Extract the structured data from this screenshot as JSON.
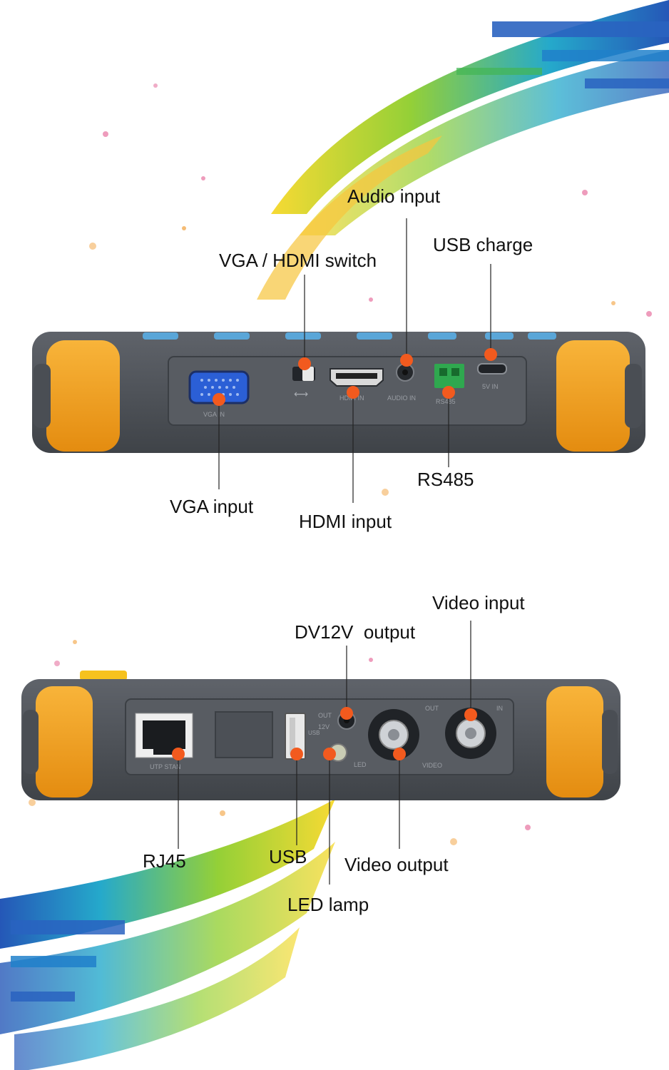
{
  "labels": {
    "audio_input": "Audio input",
    "usb_charge": "USB charge",
    "vga_hdmi_switch": "VGA / HDMI switch",
    "vga_input": "VGA input",
    "hdmi_input": "HDMI input",
    "rs485": "RS485",
    "video_input": "Video input",
    "dv12v_output": "DV12V  output",
    "rj45": "RJ45",
    "usb": "USB",
    "video_output": "Video output",
    "led_lamp": "LED lamp"
  },
  "port_print": {
    "vga_in": "VGA IN",
    "hdmi_in": "HDMI IN",
    "audio_in": "AUDIO IN",
    "rs485": "RS485",
    "five_v_in": "5V IN",
    "utp_stan": "UTP STAN",
    "usb_print": "USB",
    "dc_12v": "12V",
    "dc_out": "OUT",
    "led": "LED",
    "video_out": "VIDEO",
    "video_out_word": "OUT",
    "video_in": "IN"
  },
  "icons": {
    "switch_arrow": "left-right-arrow-icon"
  },
  "colors": {
    "body_gray": "#4d5157",
    "panel_gray": "#585c62",
    "bumper_orange": "#f4a21c",
    "callout_dot": "#f25a1e",
    "leader_line": "#222222",
    "button_blue": "#5aa6d8",
    "vga_blue": "#2b5fd6",
    "terminal_green": "#2fa84f"
  }
}
